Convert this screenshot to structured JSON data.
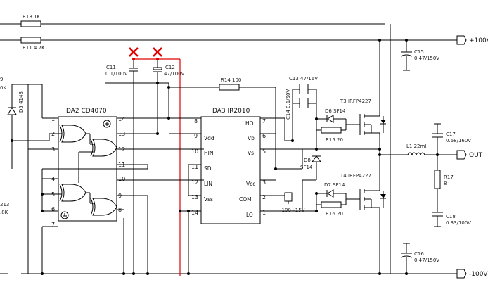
{
  "ics": {
    "da2": {
      "label": "DA2 CD4070"
    },
    "da3": {
      "label": "DA3 IR2010"
    }
  },
  "da2_pins": {
    "p1": "1",
    "p2": "2",
    "p3": "3",
    "p4": "4",
    "p5": "5",
    "p6": "6",
    "p7": "7",
    "p8": "8",
    "p9": "9",
    "p10": "10",
    "p11": "11",
    "p12": "12",
    "p13": "13",
    "p14": "14"
  },
  "da3_pins": {
    "p1": "1",
    "p2": "2",
    "p3": "3",
    "p5": "5",
    "p6": "6",
    "p7": "7",
    "p8": "8",
    "p9": "9",
    "p10": "10",
    "p11": "11",
    "p12": "12",
    "p13": "13",
    "p14": "14"
  },
  "da3_sig": {
    "vdd": "Vdd",
    "hin": "HIN",
    "sd": "SD",
    "lin": "LIN",
    "vss": "Vss",
    "ho": "HO",
    "vb": "Vb",
    "vs": "Vs",
    "vcc": "Vcc",
    "com": "COM",
    "lo": "LO"
  },
  "components": {
    "r18": "R18 1K",
    "r11": "R11 4.7K",
    "c11a": "C11",
    "c11b": "0.1/100V",
    "c12a": "C12",
    "c12b": "47/100V",
    "r14": "R14 100",
    "c13": "C13 47/16V",
    "c14": "C14 0.1/50V",
    "d6": "D6 SF14",
    "r15": "R15 20",
    "d8a": "D8",
    "d8b": "SF14",
    "t3": "T3 IRFP4227",
    "t4": "T4 IRFP4227",
    "d7": "D7 SF14",
    "r16": "R16 20",
    "l1": "L1 22mH",
    "c15a": "C15",
    "c15b": "0.47/150V",
    "c16a": "C16",
    "c16b": "0.47/150V",
    "c17a": "C17",
    "c17b": "0.68/160V",
    "c18a": "C18",
    "c18b": "0.33/100V",
    "r17a": "R17",
    "r17b": "8",
    "d5": "D5 4148",
    "left_frag1": "9",
    "left_frag2": "0K",
    "left_frag3": "213",
    "left_frag4": ".8K"
  },
  "nets": {
    "plus100": "+100V",
    "minus100": "-100V",
    "out": "OUT",
    "mid": "-100+15V"
  }
}
